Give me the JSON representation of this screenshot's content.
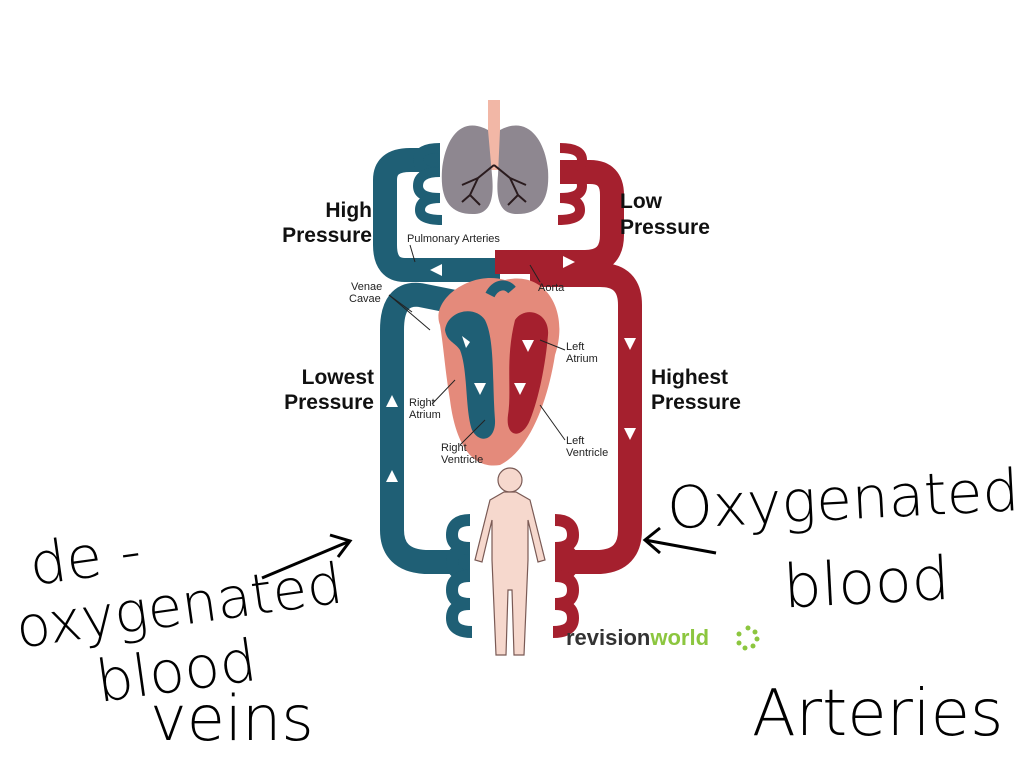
{
  "colors": {
    "deoxygenated": "#1f5f75",
    "oxygenated": "#a5202e",
    "heart_tissue": "#e48a7b",
    "lungs": "#8e8790",
    "body_figure": "#f6d8cd",
    "brand_green": "#8cc63f",
    "brand_grey": "#333333"
  },
  "labels": {
    "high_pressure": [
      "High",
      "Pressure"
    ],
    "low_pressure": [
      "Low",
      "Pressure"
    ],
    "lowest_pressure": [
      "Lowest",
      "Pressure"
    ],
    "highest_pressure": [
      "Highest",
      "Pressure"
    ],
    "pulmonary_arteries": "Pulmonary Arteries",
    "aorta": "Aorta",
    "venae_cavae": [
      "Venae",
      "Cavae"
    ],
    "left_atrium": [
      "Left",
      "Atrium"
    ],
    "right_atrium": [
      "Right",
      "Atrium"
    ],
    "right_ventricle": [
      "Right",
      "Ventricle"
    ],
    "left_ventricle": [
      "Left",
      "Ventricle"
    ]
  },
  "brand": {
    "part1": "revision",
    "part2": "world"
  },
  "annotations": {
    "left": [
      "de -",
      "oxygenated",
      "blood",
      "veins"
    ],
    "right": [
      "Oxygenated",
      "blood",
      "Arteries"
    ]
  },
  "icons": [
    "lungs-icon",
    "heart-icon",
    "human-body-icon",
    "revisionworld-logo-icon",
    "arrow-icon"
  ]
}
